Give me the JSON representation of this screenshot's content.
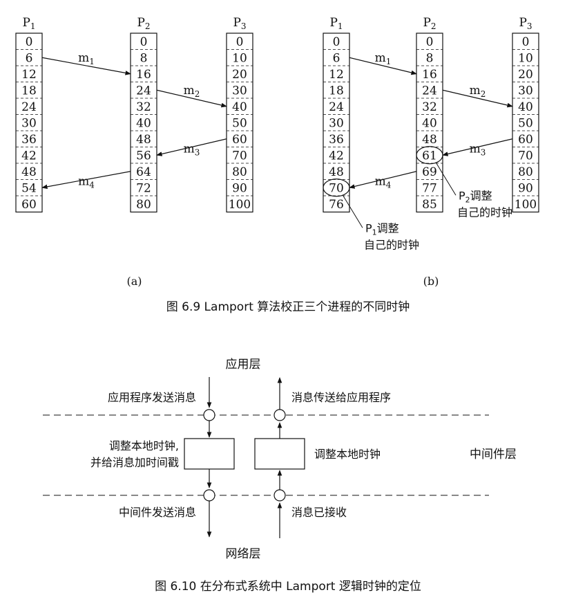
{
  "figure_6_9": {
    "panels": [
      {
        "caption": "(a)",
        "processes": [
          {
            "name": "P",
            "sub": "1",
            "ticks": [
              "0",
              "6",
              "12",
              "18",
              "24",
              "30",
              "36",
              "42",
              "48",
              "54",
              "60"
            ]
          },
          {
            "name": "P",
            "sub": "2",
            "ticks": [
              "0",
              "8",
              "16",
              "24",
              "32",
              "40",
              "48",
              "56",
              "64",
              "72",
              "80"
            ]
          },
          {
            "name": "P",
            "sub": "3",
            "ticks": [
              "0",
              "10",
              "20",
              "30",
              "40",
              "50",
              "60",
              "70",
              "80",
              "90",
              "100"
            ]
          }
        ],
        "messages": [
          {
            "name": "m",
            "sub": "1",
            "from_process": 0,
            "from_tick": 1,
            "to_process": 1,
            "to_tick": 2
          },
          {
            "name": "m",
            "sub": "2",
            "from_process": 1,
            "from_tick": 3,
            "to_process": 2,
            "to_tick": 4
          },
          {
            "name": "m",
            "sub": "3",
            "from_process": 2,
            "from_tick": 6,
            "to_process": 1,
            "to_tick": 7
          },
          {
            "name": "m",
            "sub": "4",
            "from_process": 1,
            "from_tick": 8,
            "to_process": 0,
            "to_tick": 9
          }
        ],
        "annotations": []
      },
      {
        "caption": "(b)",
        "processes": [
          {
            "name": "P",
            "sub": "1",
            "ticks": [
              "0",
              "6",
              "12",
              "18",
              "24",
              "30",
              "36",
              "42",
              "48",
              "70",
              "76"
            ],
            "circled": [
              9
            ]
          },
          {
            "name": "P",
            "sub": "2",
            "ticks": [
              "0",
              "8",
              "16",
              "24",
              "32",
              "40",
              "48",
              "61",
              "69",
              "77",
              "85"
            ],
            "circled": [
              7
            ]
          },
          {
            "name": "P",
            "sub": "3",
            "ticks": [
              "0",
              "10",
              "20",
              "30",
              "40",
              "50",
              "60",
              "70",
              "80",
              "90",
              "100"
            ],
            "circled": []
          }
        ],
        "messages": [
          {
            "name": "m",
            "sub": "1",
            "from_process": 0,
            "from_tick": 1,
            "to_process": 1,
            "to_tick": 2
          },
          {
            "name": "m",
            "sub": "2",
            "from_process": 1,
            "from_tick": 3,
            "to_process": 2,
            "to_tick": 4
          },
          {
            "name": "m",
            "sub": "3",
            "from_process": 2,
            "from_tick": 6,
            "to_process": 1,
            "to_tick": 7
          },
          {
            "name": "m",
            "sub": "4",
            "from_process": 1,
            "from_tick": 8,
            "to_process": 0,
            "to_tick": 9
          }
        ],
        "annotations": [
          {
            "process": 0,
            "tick": 9,
            "line1_prefix": "P",
            "line1_sub": "1",
            "line1_suffix": "调整",
            "line2": "自己的时钟"
          },
          {
            "process": 1,
            "tick": 7,
            "line1_prefix": "P",
            "line1_sub": "2",
            "line1_suffix": "调整",
            "line2": "自己的时钟"
          }
        ]
      }
    ],
    "caption": "图 6.9   Lamport 算法校正三个进程的不同时钟"
  },
  "figure_6_10": {
    "top_label": "应用层",
    "bottom_label": "网络层",
    "layer_label": "中间件层",
    "send_app": "应用程序发送消息",
    "deliver_app": "消息传送给应用程序",
    "adjust_left_1": "调整本地时钟,",
    "adjust_left_2": "并给消息加时间戳",
    "adjust_right": "调整本地时钟",
    "send_mw": "中间件发送消息",
    "received": "消息已接收",
    "caption": "图 6.10   在分布式系统中 Lamport 逻辑时钟的定位"
  }
}
